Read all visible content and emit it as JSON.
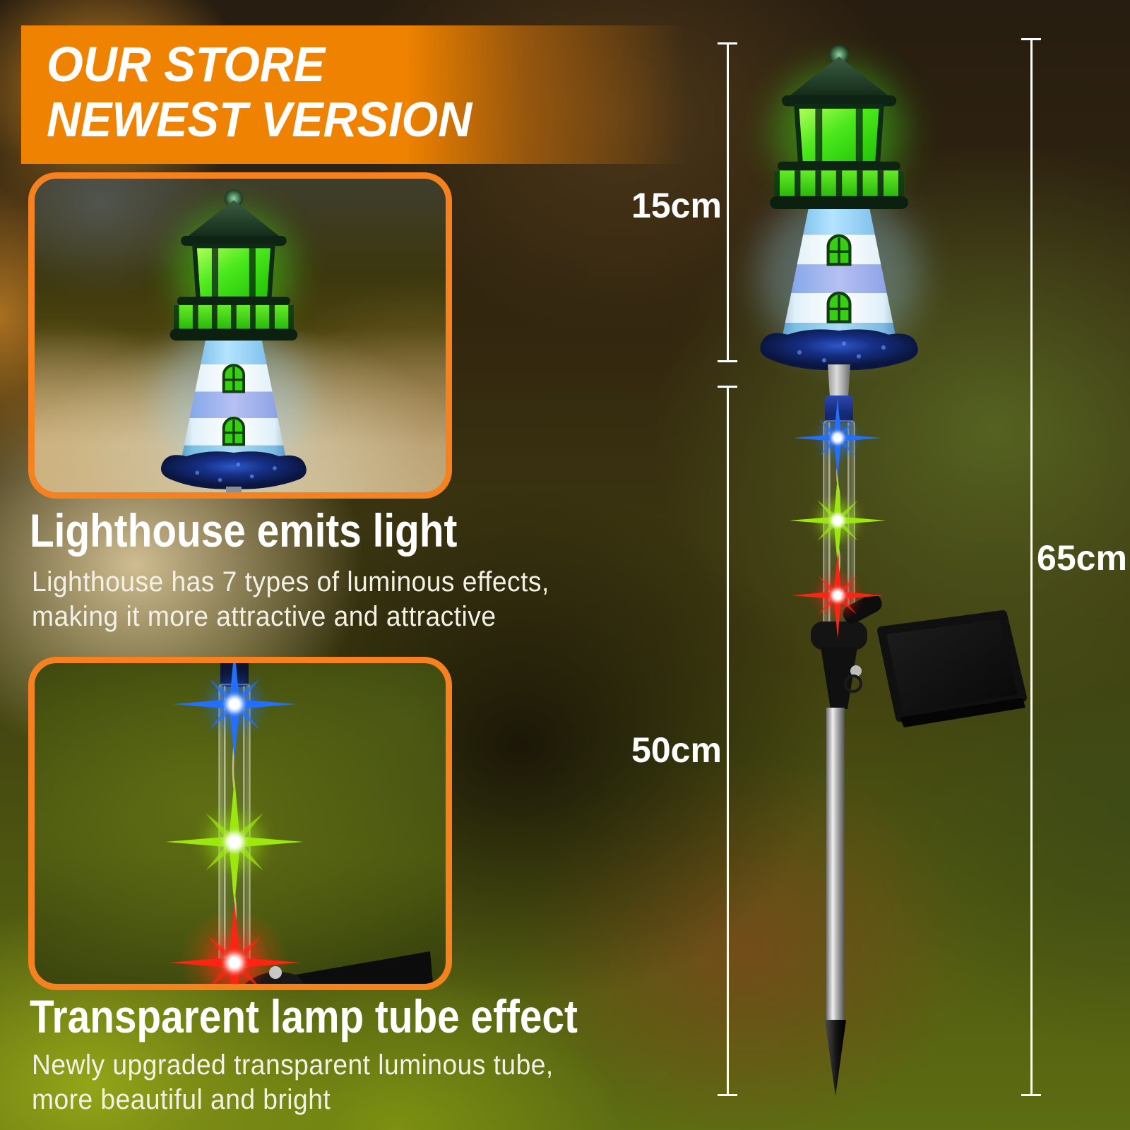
{
  "banner": {
    "line1": "OUR STORE",
    "line2": "NEWEST VERSION"
  },
  "features": [
    {
      "title": "Lighthouse emits light",
      "desc_line1": "Lighthouse has 7 types of luminous effects,",
      "desc_line2": "making it more attractive and attractive"
    },
    {
      "title": "Transparent lamp tube effect",
      "desc_line1": "Newly upgraded transparent luminous tube,",
      "desc_line2": "more beautiful and bright"
    }
  ],
  "measurements": {
    "lantern_height": "15cm",
    "stake_height": "50cm",
    "total_height": "65cm"
  },
  "leds": [
    "blue",
    "green",
    "red"
  ],
  "colors": {
    "accent_orange": "#ef8200",
    "frame_border": "#f5821f",
    "text_white": "#ffffff",
    "led_blue": "#2270ff",
    "led_green": "#9ce80e",
    "led_red": "#ff2412",
    "lantern_green": "#3fe312",
    "tower_blue": "#6fb9ec",
    "base_navy": "#14265e",
    "solar_panel_black": "#101010",
    "pole_silver": "#c9c9c9"
  }
}
